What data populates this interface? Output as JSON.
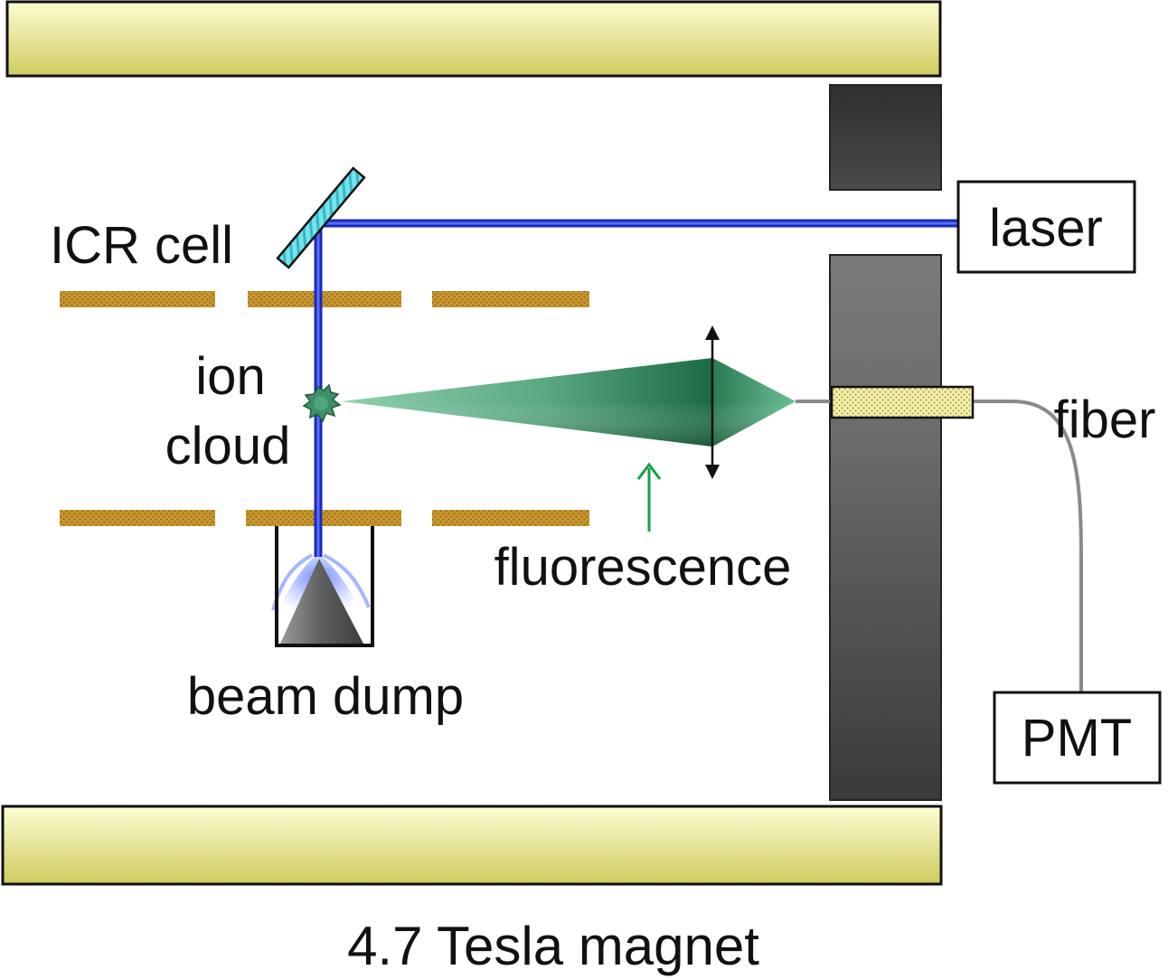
{
  "labels": {
    "icr_cell": "ICR cell",
    "ion_line1": "ion",
    "ion_line2": "cloud",
    "beam_dump": "beam dump",
    "fluorescence": "fluorescence",
    "fiber": "fiber",
    "laser": "laser",
    "pmt": "PMT",
    "magnet": "4.7 Tesla magnet"
  },
  "colors": {
    "magnet_light": "#fbfbc6",
    "magnet_dark": "#d5d26a",
    "laser_beam": "#2233cc",
    "electrode": "#c9962f",
    "fluorescence_light": "#7fc7a3",
    "fluorescence_dark": "#1f6e47",
    "mirror": "#6fe0e8",
    "flange": "#555555",
    "fluorescence_arrow": "#13a04a"
  }
}
